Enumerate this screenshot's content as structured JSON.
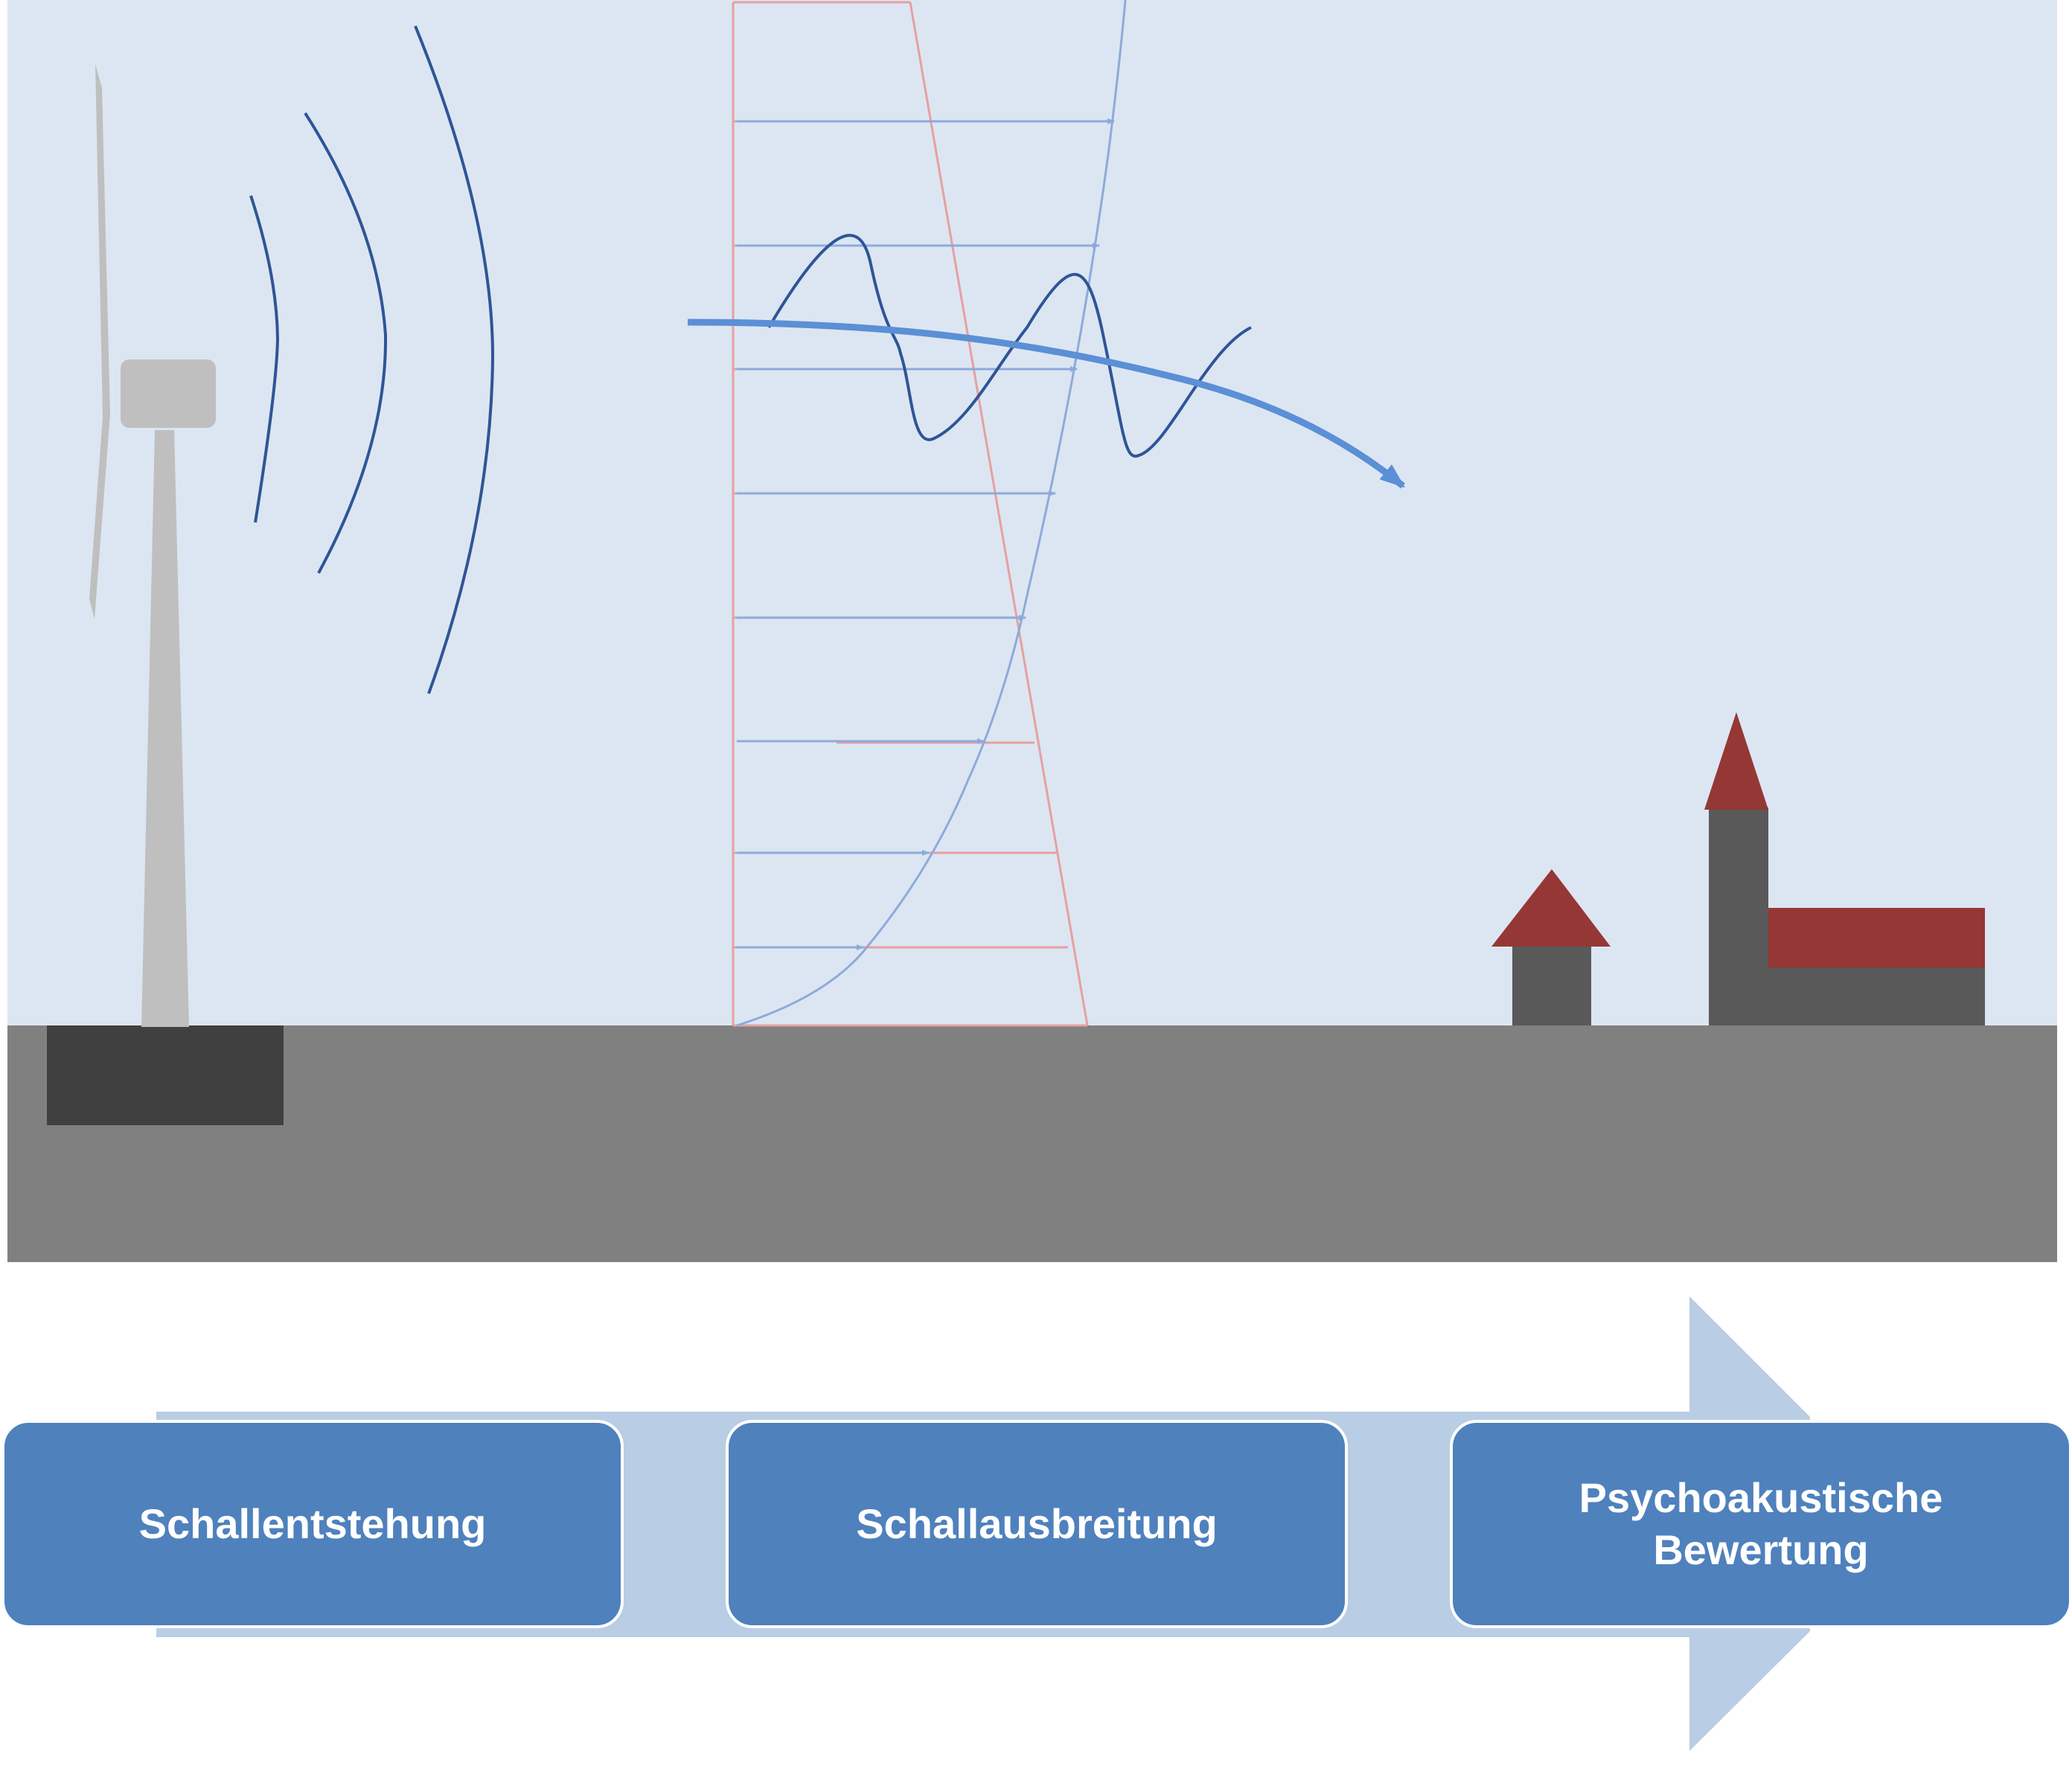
{
  "process": {
    "steps": [
      {
        "label": "Schallentstehung"
      },
      {
        "label": "Schallausbreitung"
      },
      {
        "label": "Psychoakustische Bewertung"
      }
    ]
  },
  "colors": {
    "sky": "#dce6f2",
    "ground": "#808080",
    "foundation": "#404040",
    "turbine": "#bfbfbf",
    "sound_waves": "#2f5597",
    "wind_profile": "#8eaadb",
    "temperature_profile": "#e6a0a0",
    "propagation_arrow": "#5b8fd6",
    "building_wall": "#595959",
    "building_roof": "#953735",
    "step_box": "#4f81bd",
    "process_arrow": "#b9cde5"
  },
  "icons": {
    "source": "wind-turbine-icon",
    "receiver": "village-icon"
  }
}
